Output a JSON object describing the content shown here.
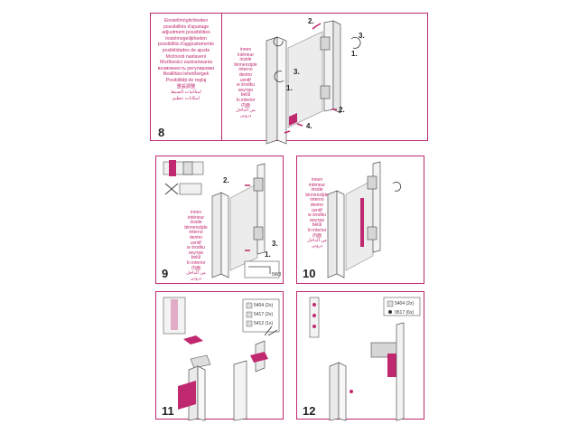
{
  "colors": {
    "accent": "#c0286f",
    "frame": "#cfcfcf",
    "dark": "#333333"
  },
  "panel8": {
    "number": "8",
    "adjust_labels": [
      "Einstellmöglichkeiten",
      "possibilités d'ajustage",
      "adjustment possibilities",
      "Instelmogelijkheden",
      "possibilità d'aggiustamento",
      "posibilidades de ajuste",
      "Možnosti nastavení",
      "Możliwości zastosowania",
      "возможность регулировки",
      "Beállítási lehetőségek",
      "Posibilități de reglaj",
      "重設調整",
      "امكانيات الضبط",
      "امکانات تنظیم"
    ],
    "inside_labels": [
      "innen",
      "intérieur",
      "inside",
      "binnenzijde",
      "interno",
      "dentro",
      "uvnitř",
      "w środku",
      "внутри",
      "belül",
      "în interior",
      "内面",
      "من الداخل",
      "درونی"
    ],
    "steps": {
      "s1a": "2.",
      "s1b": "3.",
      "s1c": "1.",
      "s1d": "3.",
      "s1e": "1.",
      "s1f": "2.",
      "s1g": "4."
    }
  },
  "panel9": {
    "number": "9",
    "inside_labels": [
      "innen",
      "intérieur",
      "inside",
      "binnenzijde",
      "interno",
      "dentro",
      "uvnitř",
      "w środku",
      "внутри",
      "belül",
      "în interior",
      "内面",
      "من الداخل",
      "درونی"
    ],
    "steps": {
      "a": "2.",
      "b": "3.",
      "c": "1."
    },
    "part": "5W3"
  },
  "panel10": {
    "number": "10",
    "inside_labels": [
      "innen",
      "intérieur",
      "inside",
      "binnenzijde",
      "interno",
      "dentro",
      "uvnitř",
      "w środku",
      "внутри",
      "belül",
      "în interior",
      "内面",
      "من الداخل",
      "درونی"
    ]
  },
  "panel11": {
    "number": "11",
    "parts": [
      "5404 (2x)",
      "5417 (2x)",
      "5412 (1x)"
    ]
  },
  "panel12": {
    "number": "12",
    "parts": [
      "5404 (2x)",
      "9517 (6x)"
    ]
  }
}
